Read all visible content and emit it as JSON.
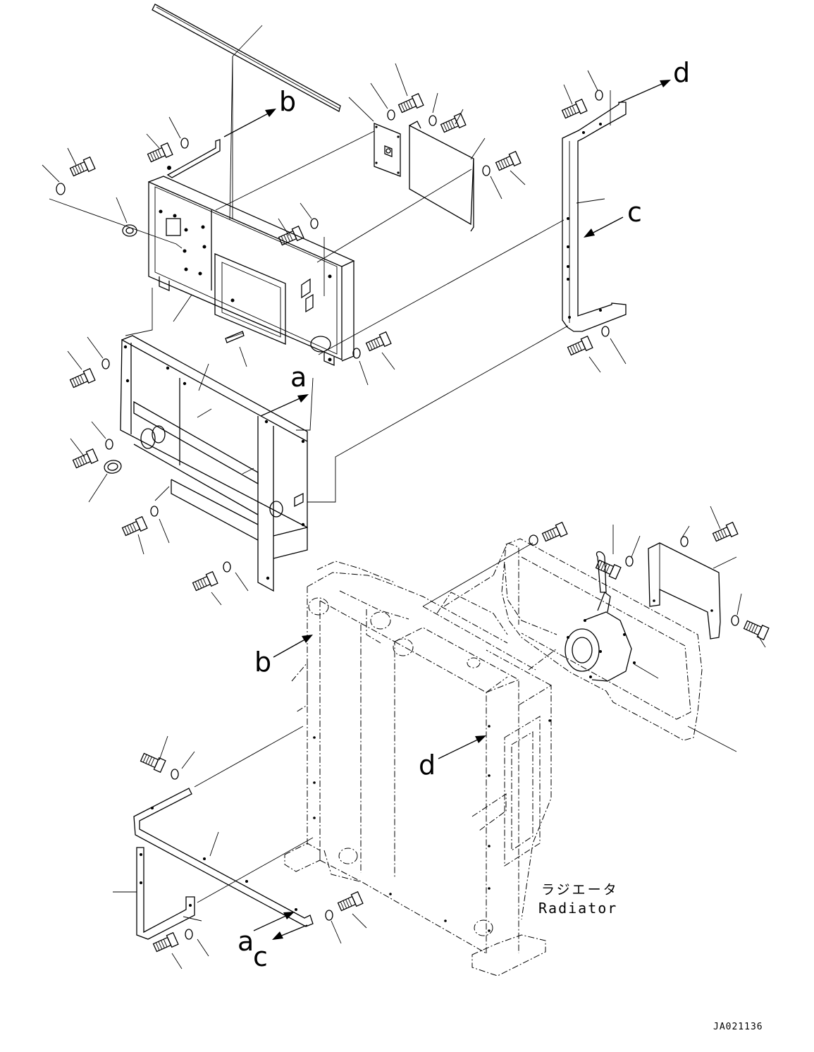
{
  "view_labels": {
    "a_upper": "a",
    "a_lower": "a",
    "b_upper": "b",
    "b_lower": "b",
    "c_upper": "c",
    "c_lower": "c",
    "d_upper": "d",
    "d_lower": "d"
  },
  "radiator": {
    "label_jp": "ラジエータ",
    "label_en": "Radiator"
  },
  "drawing_code": "JA021136"
}
